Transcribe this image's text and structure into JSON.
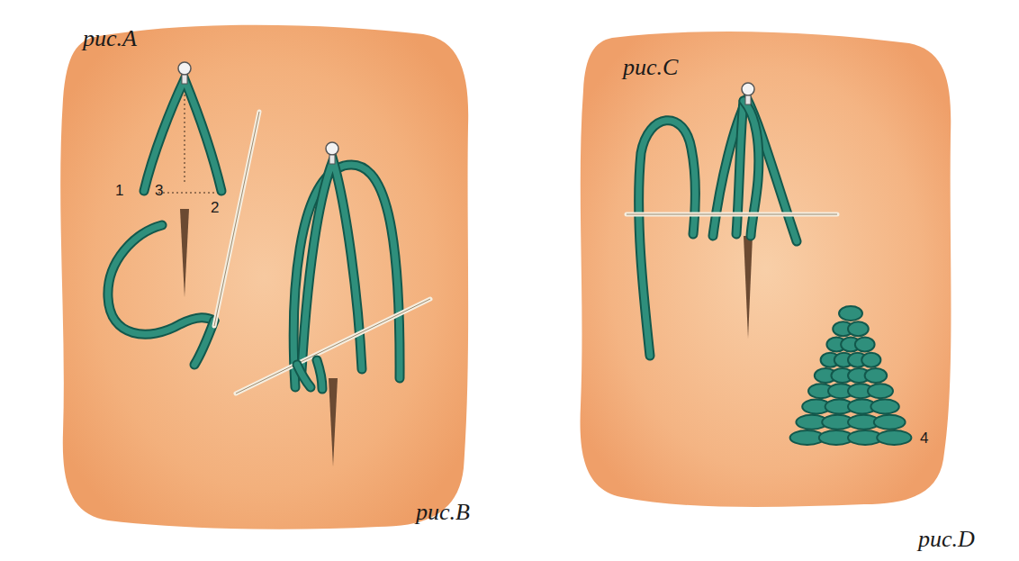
{
  "diagram": {
    "labels": [
      "рис.A",
      "1",
      "3",
      "2",
      "рис.B",
      "рис.C",
      "4",
      "рис.D"
    ]
  }
}
